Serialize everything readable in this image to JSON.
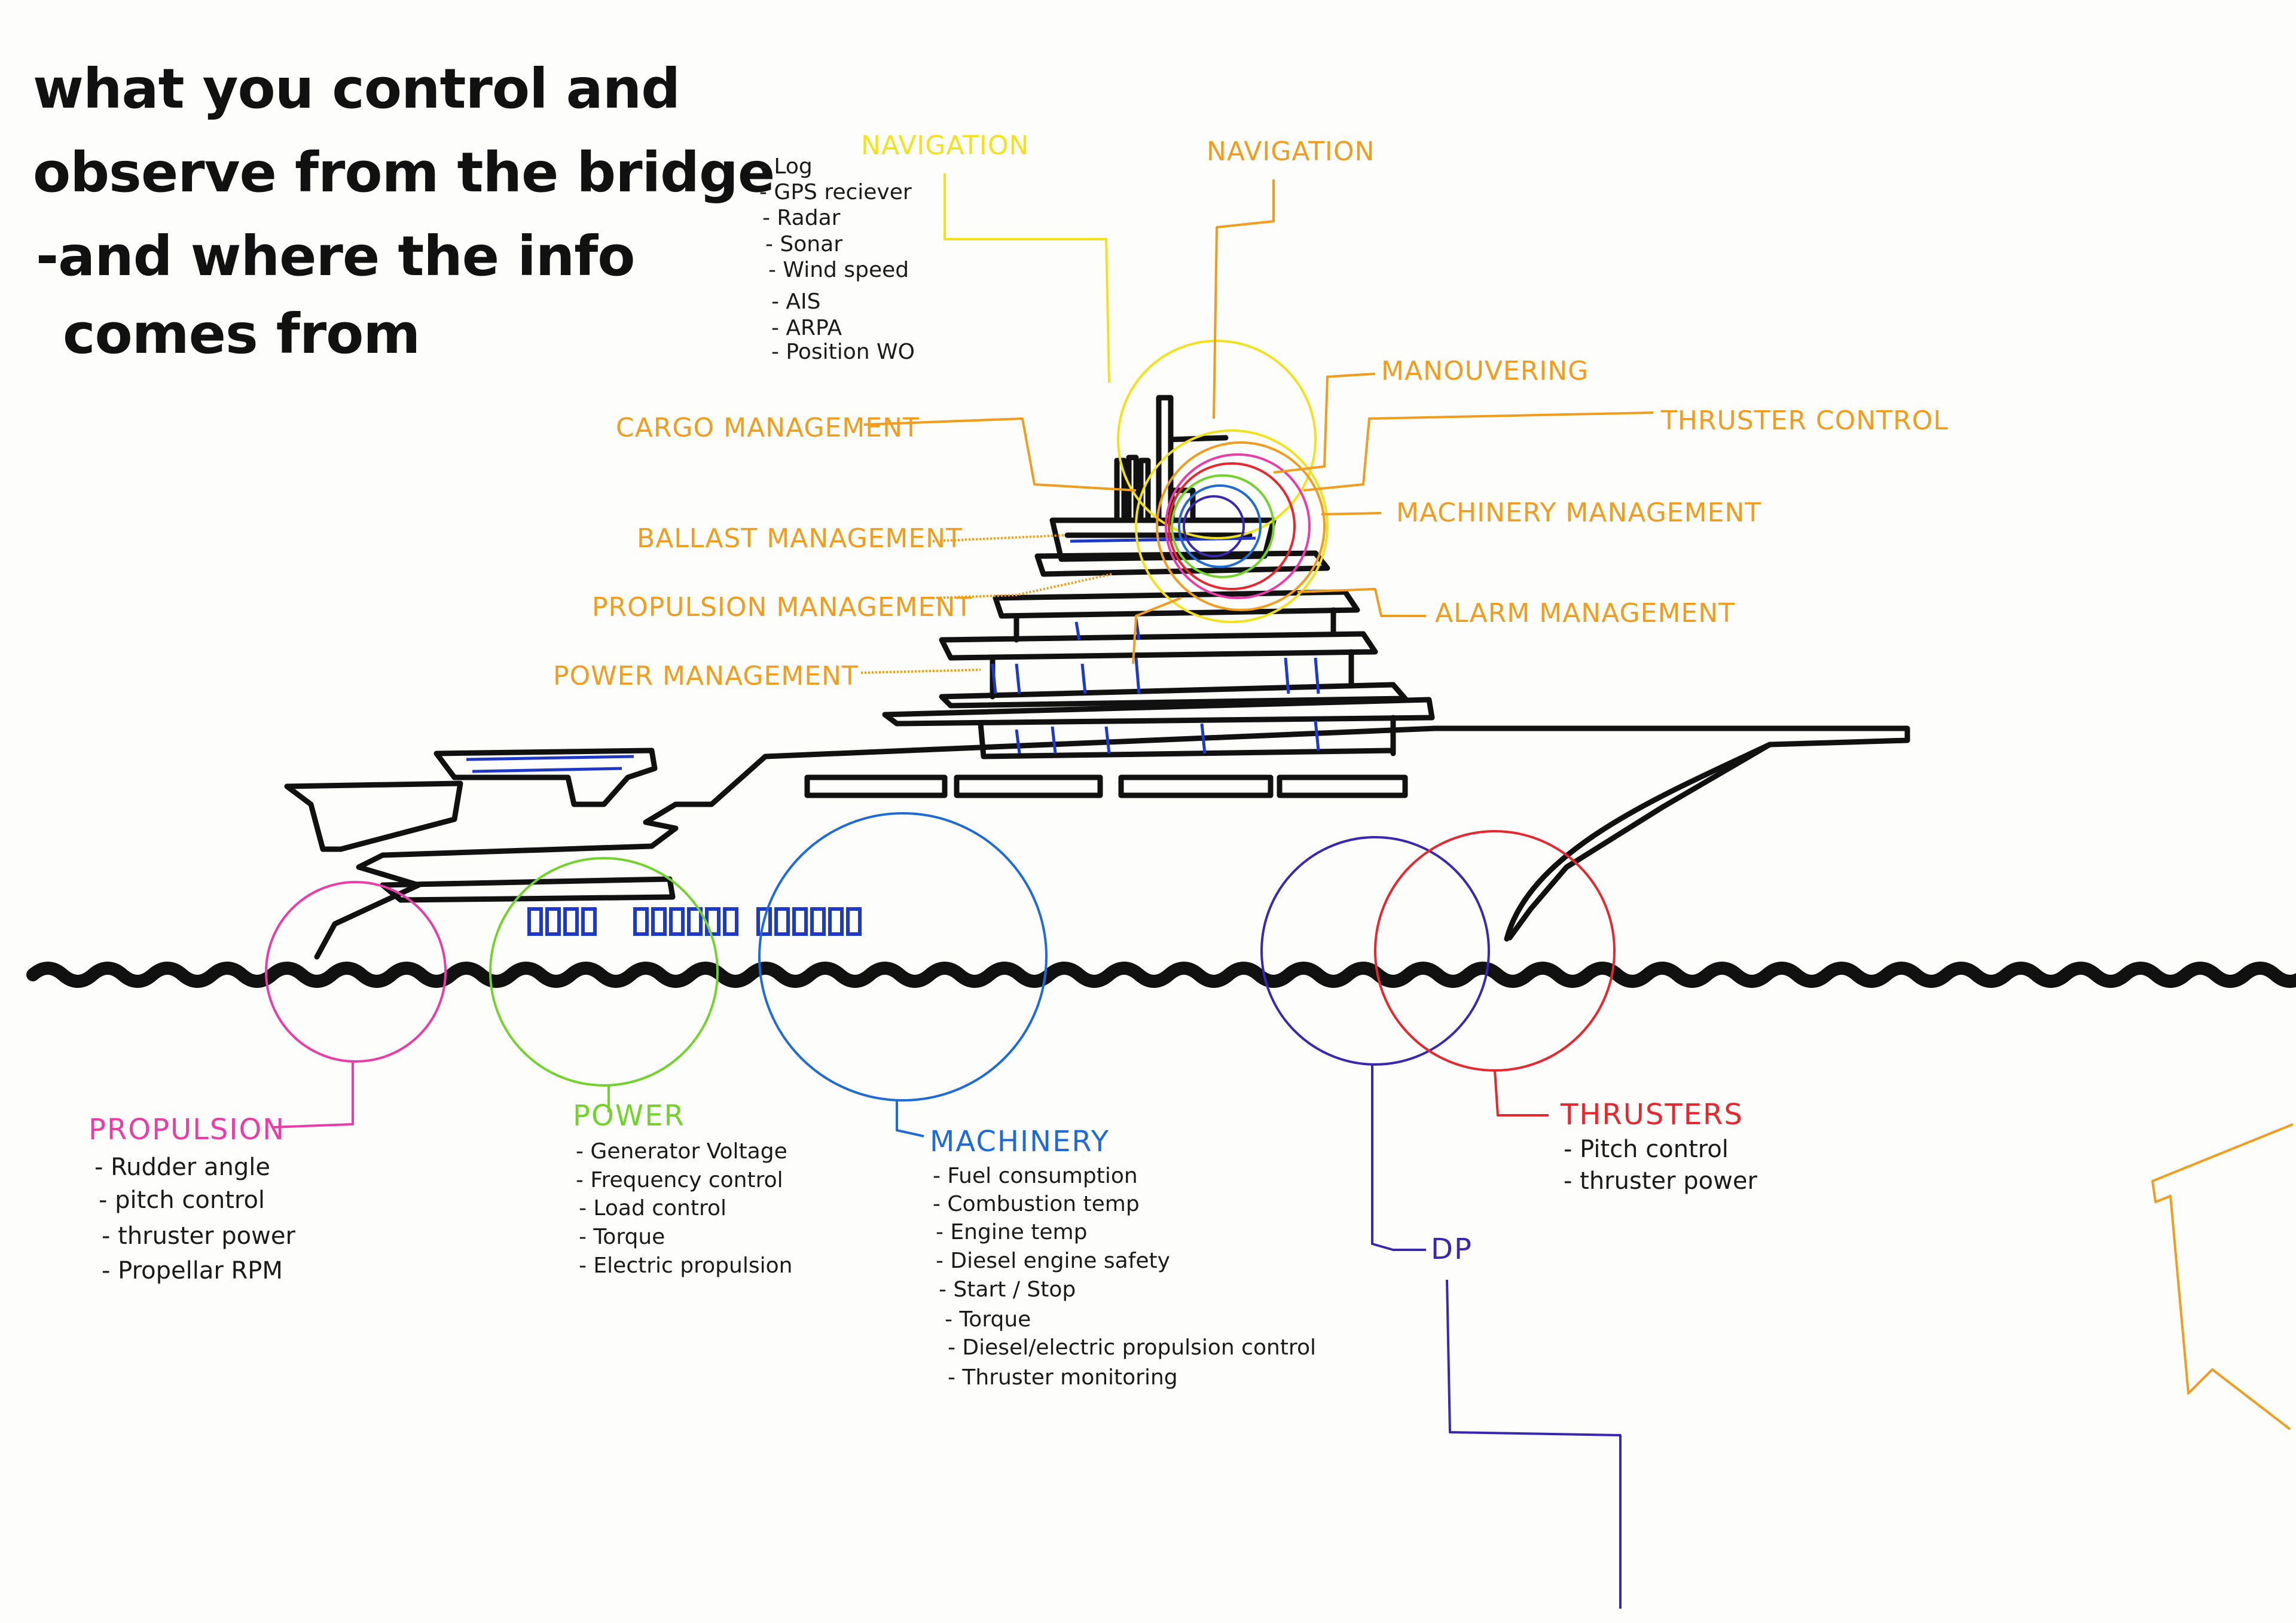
{
  "title": {
    "line1": "what you control and",
    "line2": "observe from the bridge",
    "line3": "-and where the info",
    "line4": "comes from"
  },
  "bridge_systems": {
    "navigation_yellow": "NAVIGATION",
    "navigation_orange": "NAVIGATION",
    "navigation_items": [
      "- Log",
      "- GPS reciever",
      "- Radar",
      "- Sonar",
      "- Wind speed",
      "- AIS",
      "- ARPA",
      "- Position WO"
    ],
    "cargo": "CARGO MANAGEMENT",
    "ballast": "BALLAST MANAGEMENT",
    "propulsion_mgmt": "PROPULSION MANAGEMENT",
    "power_mgmt": "POWER MANAGEMENT",
    "manouvering": "MANOUVERING",
    "thruster_control": "THRUSTER CONTROL",
    "machinery_mgmt": "MACHINERY MANAGEMENT",
    "alarm_mgmt": "ALARM MANAGEMENT"
  },
  "sources": {
    "propulsion": {
      "label": "PROPULSION",
      "items": [
        "- Rudder angle",
        "- pitch control",
        "- thruster power",
        "- Propellar RPM"
      ]
    },
    "power": {
      "label": "POWER",
      "items": [
        "- Generator Voltage",
        "- Frequency control",
        "- Load control",
        "- Torque",
        "- Electric propulsion"
      ]
    },
    "machinery": {
      "label": "MACHINERY",
      "items": [
        "- Fuel consumption",
        "- Combustion temp",
        "- Engine temp",
        "- Diesel engine safety",
        "- Start / Stop",
        "- Torque",
        "- Diesel/electric propulsion control",
        "- Thruster monitoring"
      ]
    },
    "thrusters": {
      "label": "THRUSTERS",
      "items": [
        "- Pitch control",
        "- thruster power"
      ]
    },
    "dp": {
      "label": "DP"
    }
  },
  "colors": {
    "navigation": "#f2e21b",
    "bridge_labels": "#f09d1e",
    "propulsion": "#ea3ca8",
    "power": "#74d22d",
    "machinery": "#1f6bd6",
    "dp": "#3a27b0",
    "thrusters": "#e8262e",
    "ship_outline": "#111111",
    "windows": "#1e39c8"
  }
}
